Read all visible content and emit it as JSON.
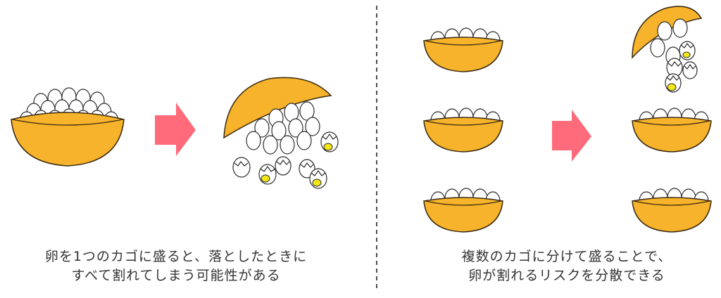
{
  "colors": {
    "bowl": "#F6B32B",
    "bowl_stroke": "#3a2a12",
    "egg": "#ffffff",
    "egg_stroke": "#2b2b2b",
    "yolk": "#F5E617",
    "arrow": "#FF6B7A",
    "divider": "#222222",
    "text": "#333333"
  },
  "left_panel": {
    "caption_line1": "卵を1つのカゴに盛ると、落としたときに",
    "caption_line2": "すべて割れてしまう可能性がある"
  },
  "right_panel": {
    "caption_line1": "複数のカゴに分けて盛ることで、",
    "caption_line2": "卵が割れるリスクを分散できる"
  }
}
